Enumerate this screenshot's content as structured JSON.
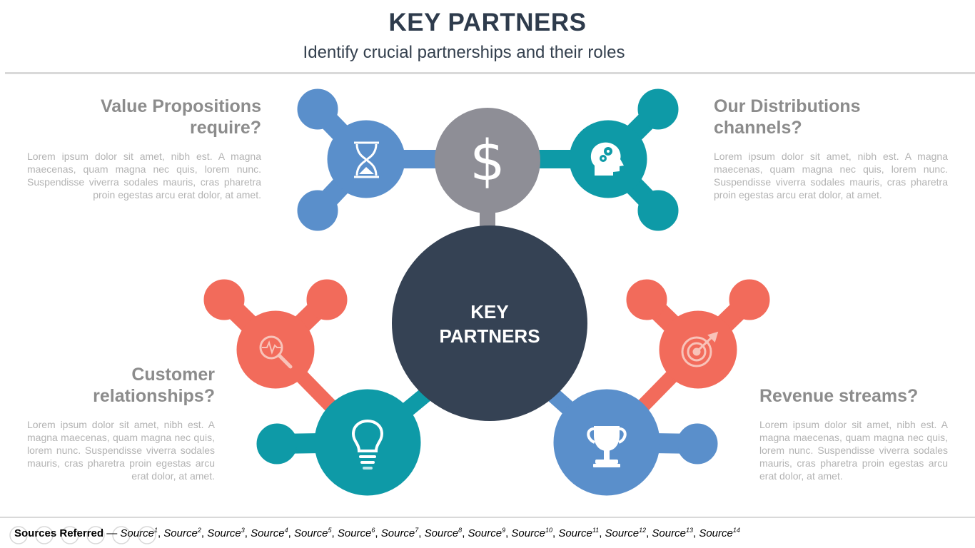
{
  "header": {
    "title": "KEY PARTNERS",
    "subtitle": "Identify crucial partnerships and their roles"
  },
  "center": {
    "line1": "KEY",
    "line2": "PARTNERS"
  },
  "blocks": {
    "value_propositions": {
      "heading_line1": "Value Propositions",
      "heading_line2": "require?",
      "body": "Lorem ipsum dolor sit amet, nibh est. A magna maecenas, quam magna nec quis, lorem nunc. Suspendisse viverra sodales mauris, cras pharetra proin egestas arcu erat dolor, at amet."
    },
    "distribution_channels": {
      "heading_line1": "Our Distributions",
      "heading_line2": "channels?",
      "body": "Lorem ipsum dolor sit amet, nibh est. A magna maecenas, quam magna nec quis, lorem nunc. Suspendisse viverra sodales mauris, cras pharetra proin egestas arcu erat dolor, at amet."
    },
    "customer_relationships": {
      "heading_line1": "Customer",
      "heading_line2": "relationships?",
      "body": "Lorem ipsum dolor sit amet, nibh est. A magna maecenas, quam magna nec quis, lorem nunc. Suspendisse viverra sodales mauris, cras pharetra proin egestas arcu erat dolor, at amet."
    },
    "revenue_streams": {
      "heading_line1": "Revenue streams?",
      "body": "Lorem ipsum dolor sit amet, nibh est. A magna maecenas, quam magna nec quis, lorem nunc. Suspendisse viverra sodales mauris, cras pharetra proin egestas arcu erat dolor, at amet."
    }
  },
  "nodes": {
    "dollar": {
      "symbol": "$",
      "color": "#8e8e96",
      "icon": "dollar-icon"
    },
    "hourglass": {
      "color": "#5a8fcb",
      "icon": "hourglass-icon"
    },
    "head_gears": {
      "color": "#0e9aa7",
      "icon": "head-gears-icon"
    },
    "analytics": {
      "color": "#f26b5b",
      "icon": "magnifier-pulse-icon"
    },
    "lightbulb": {
      "color": "#0e9aa7",
      "icon": "lightbulb-icon"
    },
    "target": {
      "color": "#f26b5b",
      "icon": "target-icon"
    },
    "trophy": {
      "color": "#5a8fcb",
      "icon": "trophy-icon"
    },
    "center_color": "#354254"
  },
  "sources": {
    "label": "Sources Referred",
    "dash": "—",
    "items": [
      "Source",
      "Source",
      "Source",
      "Source",
      "Source",
      "Source",
      "Source",
      "Source",
      "Source",
      "Source",
      "Source",
      "Source",
      "Source",
      "Source"
    ],
    "numbers": [
      "1",
      "2",
      "3",
      "4",
      "5",
      "6",
      "7",
      "8",
      "9",
      "10",
      "11",
      "12",
      "13",
      "14"
    ]
  }
}
